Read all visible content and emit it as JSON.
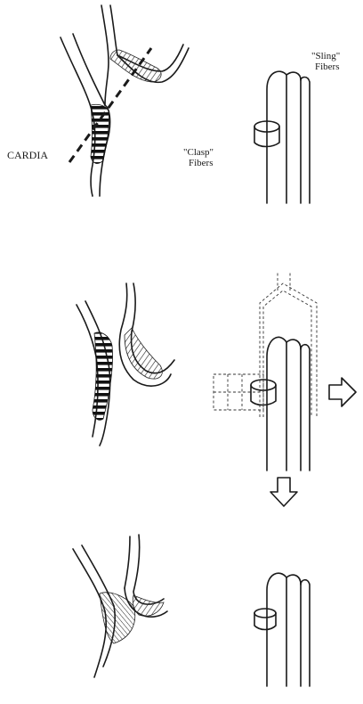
{
  "labels": {
    "cardia": "CARDIA",
    "clamp_line1": "\"Clasp\"",
    "clamp_line2": "Fibers",
    "sling_line1": "\"Sling\"",
    "sling_line2": "Fibers"
  },
  "panels": [
    {
      "id": "top",
      "state": "resting"
    },
    {
      "id": "middle",
      "state": "dilated"
    },
    {
      "id": "bottom",
      "state": "displaced"
    }
  ],
  "arrows": [
    {
      "direction": "right"
    },
    {
      "direction": "down"
    }
  ]
}
